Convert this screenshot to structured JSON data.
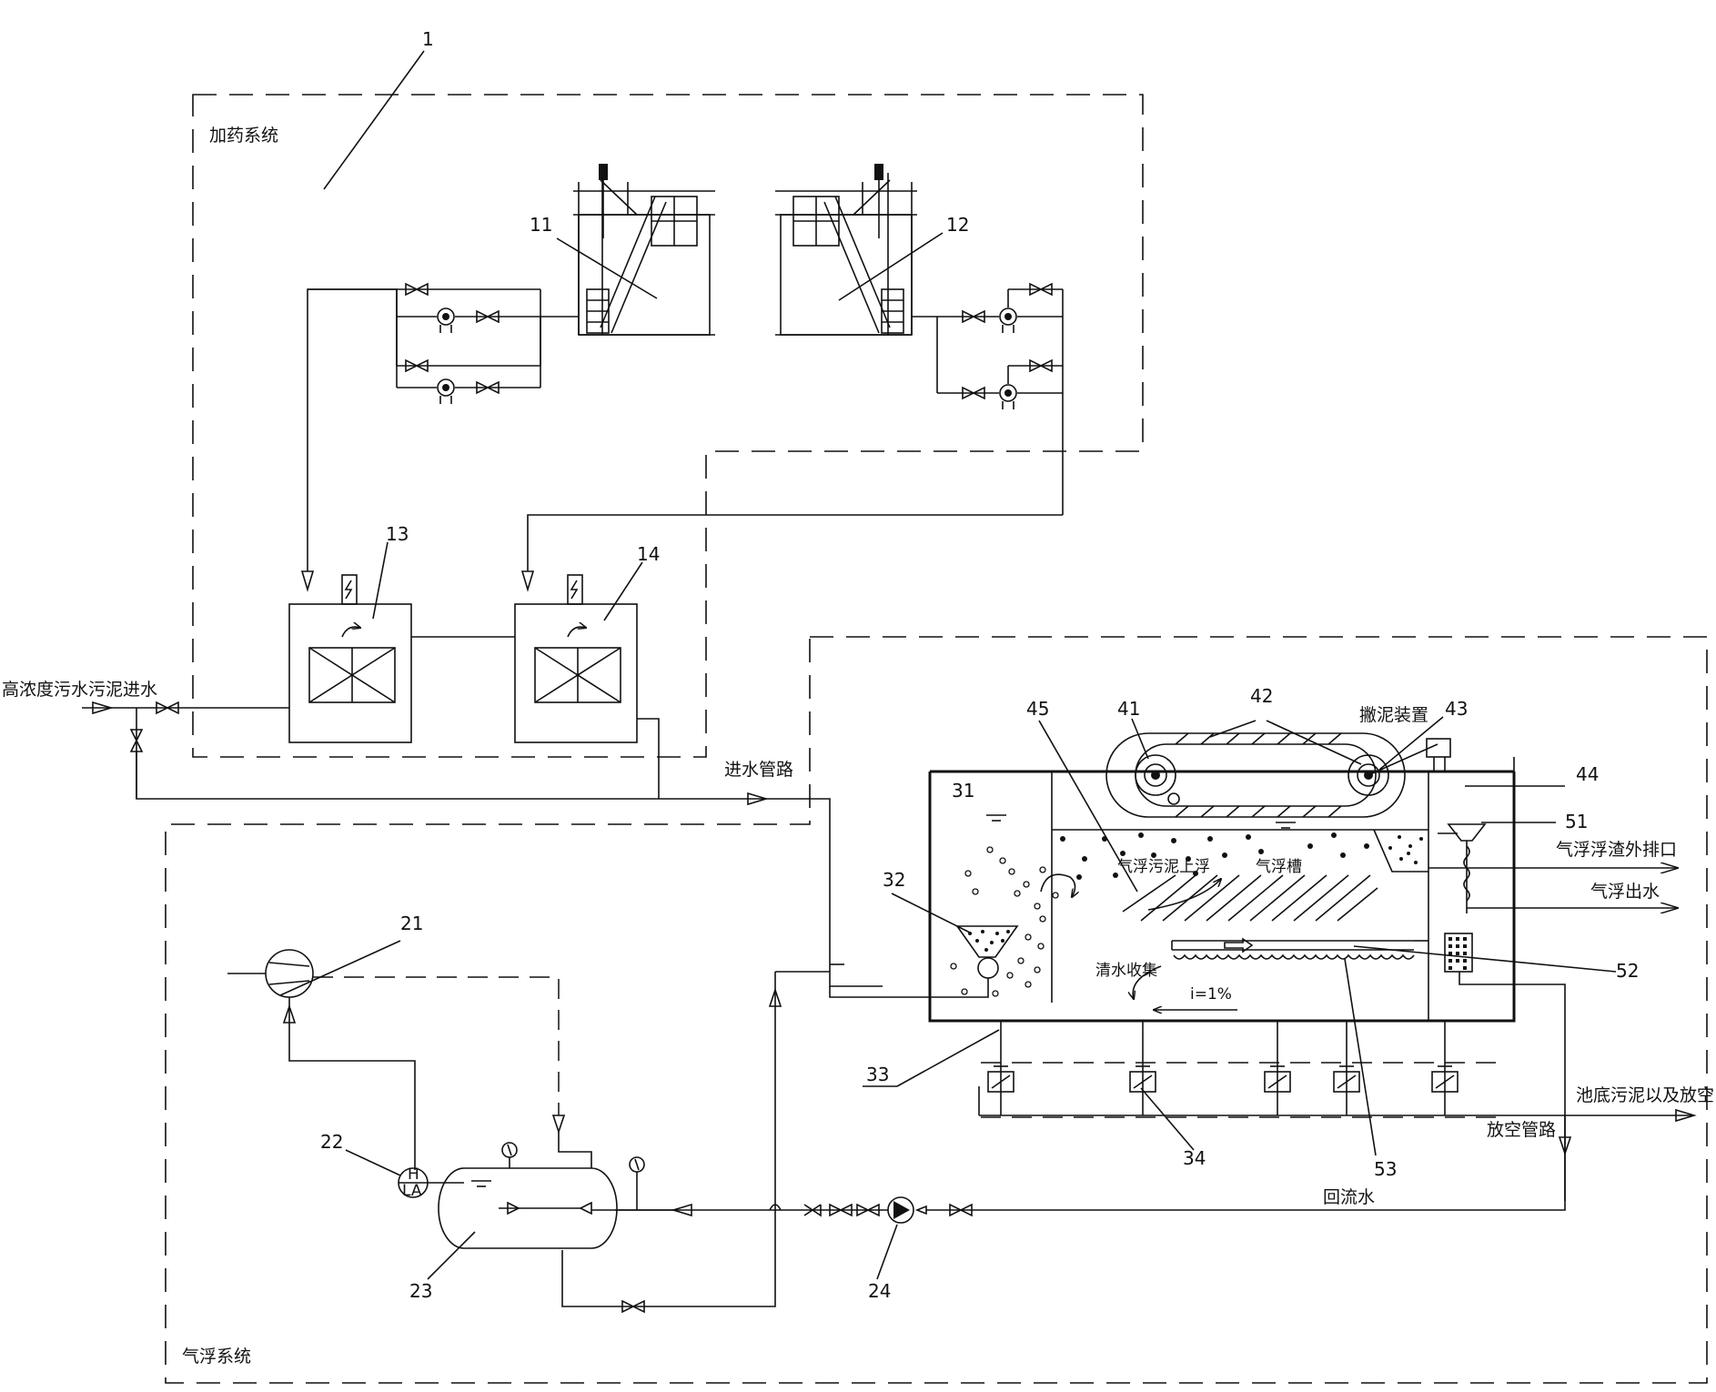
{
  "labels": {
    "num_1": "1",
    "dosing_system": "加药系统",
    "num_11": "11",
    "num_12": "12",
    "num_13": "13",
    "num_14": "14",
    "inlet_label": "高浓度污水污泥进水",
    "inlet_pipe": "进水管路",
    "num_31": "31",
    "num_32": "32",
    "num_33": "33",
    "num_34": "34",
    "num_41": "41",
    "num_42": "42",
    "num_43": "43",
    "num_44": "44",
    "num_45": "45",
    "num_51": "51",
    "num_52": "52",
    "num_53": "53",
    "num_21": "21",
    "num_22": "22",
    "num_23": "23",
    "num_24": "24",
    "scraper_device": "撇泥装置",
    "sludge_float": "气浮污泥上浮",
    "float_tank": "气浮槽",
    "clear_water": "清水收集",
    "slope": "i=1%",
    "scum_outlet": "气浮浮渣外排口",
    "float_effluent": "气浮出水",
    "bottom_sludge": "池底污泥以及放空",
    "drain_pipe": "放空管路",
    "return_water": "回流水",
    "flotation_system": "气浮系统",
    "level_h": "H",
    "level_la": "LA"
  }
}
